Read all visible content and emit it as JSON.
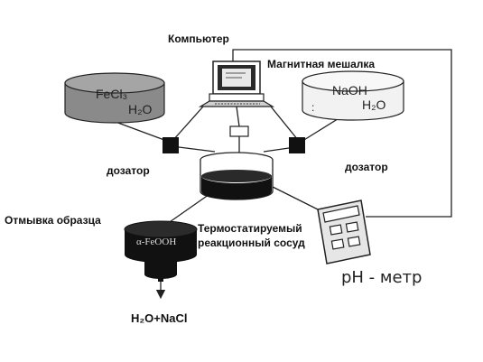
{
  "labels": {
    "computer": "Компьютер",
    "magnetic_stirrer": "Магнитная мешалка",
    "dispenser_left": "дозатор",
    "dispenser_right": "дозатор",
    "sample_washing": "Отмывка образца",
    "vessel_line1": "Термостатируемый",
    "vessel_line2": "реакционный сосуд",
    "ph_meter": "pH -  метр",
    "output": "H₂O+NaCl"
  },
  "containers": {
    "left": {
      "line1": "FeCl₃",
      "line2": "H₂O"
    },
    "right": {
      "line1": "NaOH",
      "line2": "H₂O",
      "marker": ":"
    },
    "filter": {
      "text": "α-FeOOH"
    }
  },
  "colors": {
    "left_tank": "#8a8a8a",
    "right_tank": "#f2f2f2",
    "dark": "#111111",
    "line": "#222222"
  }
}
